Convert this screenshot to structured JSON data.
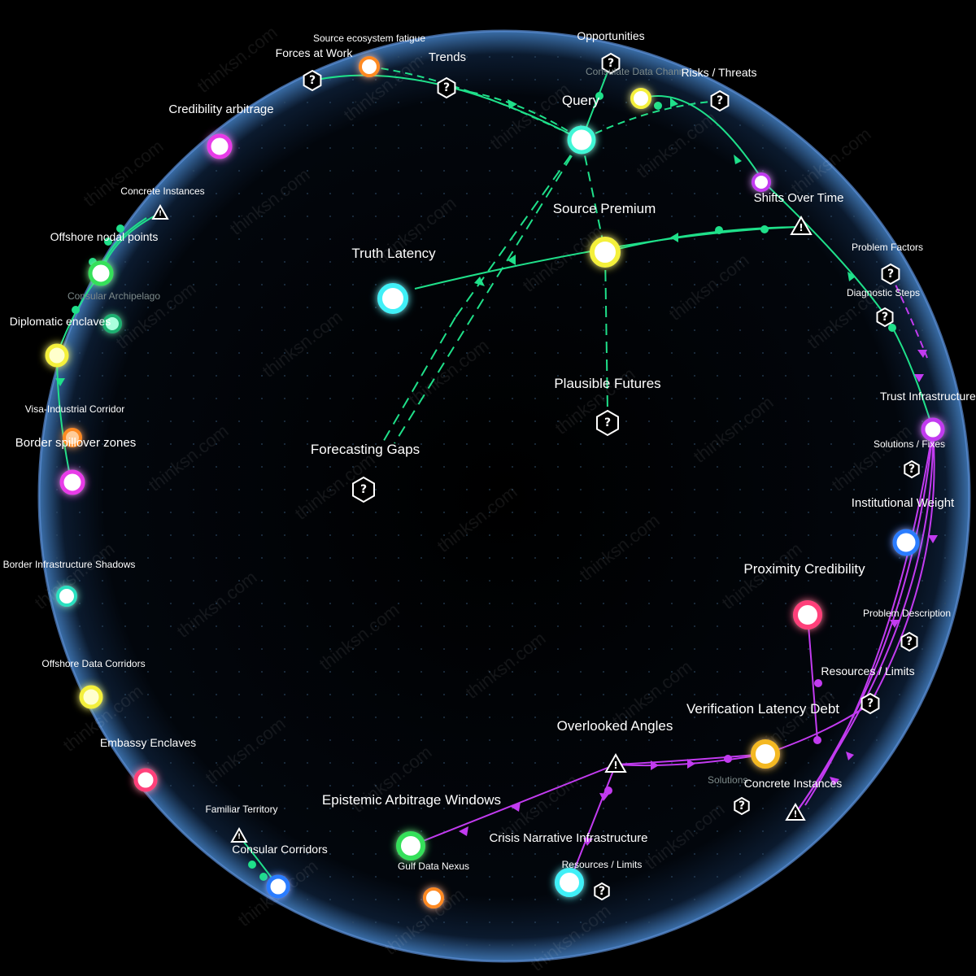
{
  "colors": {
    "background": "#000000",
    "sphere_rim": "#6aa8ff",
    "green_edge": "#1fe08a",
    "magenta_edge": "#c23bf0",
    "cyan": "#7ff7f2",
    "yellow": "#f4f03a",
    "magenta": "#e83be8",
    "pink": "#ff3f7a",
    "green": "#36e05a",
    "blue": "#2a7cff",
    "orange": "#ff8a20"
  },
  "watermark": "thinksn.com",
  "labels": {
    "source_ecosystem_fatigue": "Source ecosystem fatigue",
    "forces_at_work": "Forces at Work",
    "trends": "Trends",
    "opportunities": "Opportunities",
    "consulate_data_chann": "Consulate Data Chann",
    "risks_threats": "Risks / Threats",
    "query": "Query",
    "credibility_arbitrage": "Credibility arbitrage",
    "concrete_instances_top": "Concrete Instances",
    "offshore_nodal_points": "Offshore nodal points",
    "consular_archipelago": "Consular Archipelago",
    "diplomatic_enclaves": "Diplomatic enclaves",
    "visa_industrial_corridor": "Visa-Industrial Corridor",
    "border_spillover_zones": "Border spillover zones",
    "border_infrastructure_shadows": "Border Infrastructure Shadows",
    "offshore_data_corridors": "Offshore Data Corridors",
    "embassy_enclaves": "Embassy Enclaves",
    "familiar_territory": "Familiar Territory",
    "consular_corridors": "Consular Corridors",
    "truth_latency": "Truth Latency",
    "source_premium": "Source Premium",
    "shifts_over_time": "Shifts Over Time",
    "problem_factors": "Problem Factors",
    "diagnostic_steps": "Diagnostic Steps",
    "trust_infrastructure": "Trust Infrastructure",
    "solutions_fixes": "Solutions / Fixes",
    "institutional_weight": "Institutional Weight",
    "plausible_futures": "Plausible Futures",
    "forecasting_gaps": "Forecasting Gaps",
    "proximity_credibility": "Proximity Credibility",
    "problem_description": "Problem Description",
    "resources_limits_right": "Resources / Limits",
    "verification_latency_debt": "Verification Latency Debt",
    "overlooked_angles": "Overlooked Angles",
    "solutions_dim": "Solutions",
    "concrete_instances_bottom": "Concrete Instances",
    "epistemic_arbitrage_windows": "Epistemic Arbitrage Windows",
    "crisis_narrative_infrastructure": "Crisis Narrative Infrastructure",
    "gulf_data_nexus": "Gulf Data Nexus",
    "resources_limits_bottom": "Resources / Limits"
  },
  "icons": {
    "question": "?",
    "warning": "!"
  }
}
